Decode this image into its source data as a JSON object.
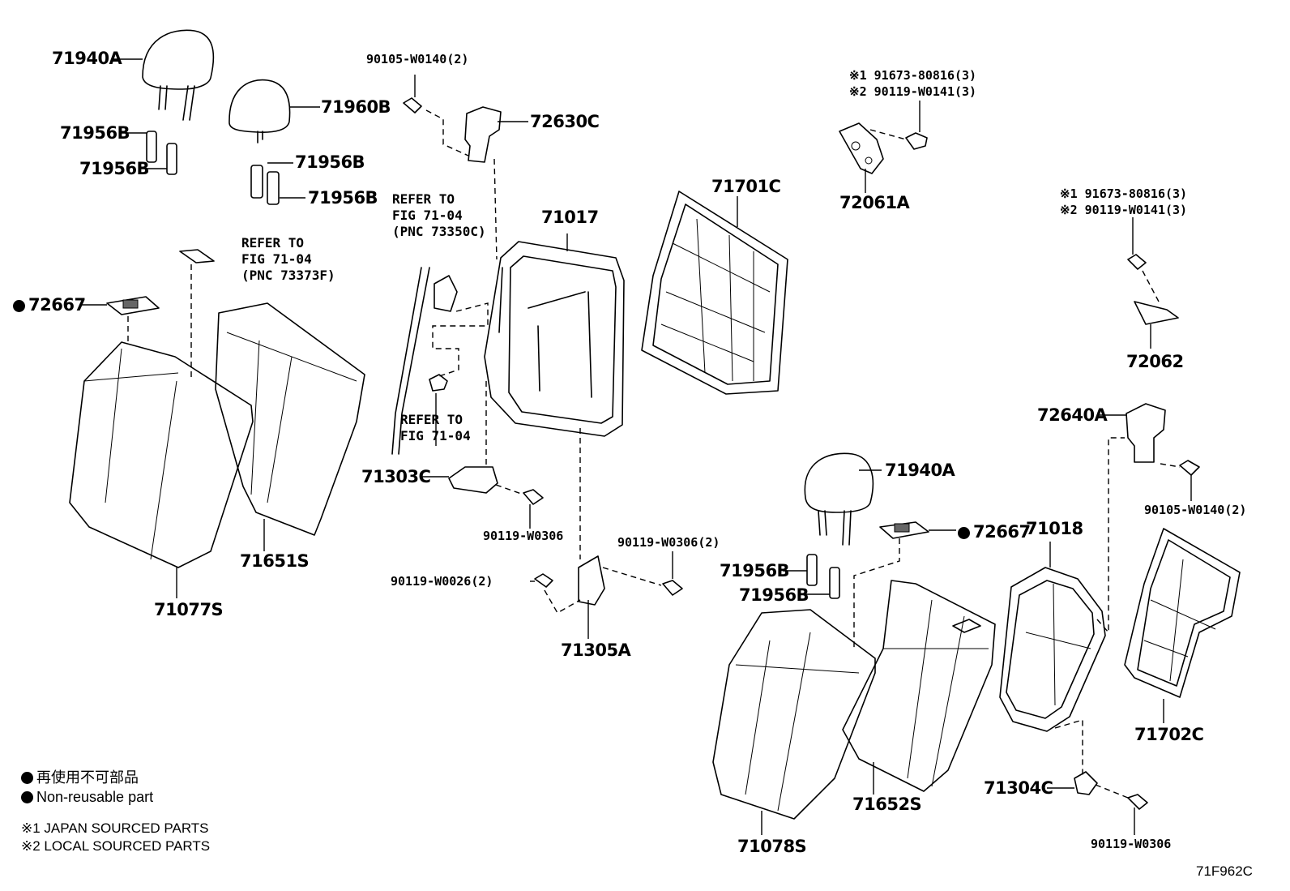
{
  "labels": {
    "p71940A_1": "71940A",
    "p71960B": "71960B",
    "p71956B_1": "71956B",
    "p71956B_2": "71956B",
    "p71956B_3": "71956B",
    "p71956B_4": "71956B",
    "p90105_1": "90105-W0140(2)",
    "p72630C": "72630C",
    "p72061A_note1": "※1 91673-80816(3)",
    "p72061A_note2": "※2 90119-W0141(3)",
    "p72061A": "72061A",
    "p71701C": "71701C",
    "p71017": "71017",
    "ref_73350C_1": "REFER TO",
    "ref_73350C_2": "FIG 71-04",
    "ref_73350C_3": "(PNC 73350C)",
    "ref_73373F_1": "REFER TO",
    "ref_73373F_2": "FIG 71-04",
    "ref_73373F_3": "(PNC 73373F)",
    "p72062_note1": "※1 91673-80816(3)",
    "p72062_note2": "※2 90119-W0141(3)",
    "p72062": "72062",
    "p72667_1": "72667",
    "ref_fig_1": "REFER TO",
    "ref_fig_2": "FIG 71-04",
    "p71303C": "71303C",
    "p90119_W0306_1": "90119-W0306",
    "p71651S": "71651S",
    "p71077S": "71077S",
    "p72640A": "72640A",
    "p90105_2": "90105-W0140(2)",
    "p71940A_2": "71940A",
    "p72667_2": "72667",
    "p71018": "71018",
    "p90119_W0306_2": "90119-W0306(2)",
    "p90119_W0026": "90119-W0026(2)",
    "p71305A": "71305A",
    "p71702C": "71702C",
    "p71304C": "71304C",
    "p71652S": "71652S",
    "p71078S": "71078S",
    "p90119_W0306_3": "90119-W0306"
  },
  "legend": {
    "jp": "再使用不可部品",
    "en": "Non-reusable part",
    "note1": "※1 JAPAN SOURCED PARTS",
    "note2": "※2 LOCAL SOURCED PARTS"
  },
  "figure_code": "71F962C"
}
